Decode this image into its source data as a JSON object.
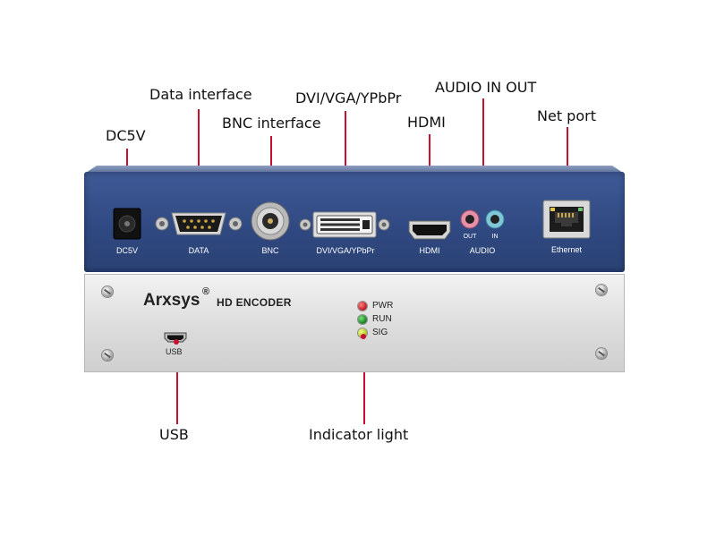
{
  "callouts": {
    "data_interface": "Data interface",
    "dvi_vga_ypbpr": "DVI/VGA/YPbPr",
    "audio_in_out": "AUDIO IN OUT",
    "bnc_interface": "BNC interface",
    "hdmi": "HDMI",
    "net_port": "Net port",
    "dc5v": "DC5V",
    "usb": "USB",
    "indicator_light": "Indicator light"
  },
  "back_panel": {
    "dc5v": "DC5V",
    "data": "DATA",
    "bnc": "BNC",
    "dvi": "DVI/VGA/YPbPr",
    "hdmi": "HDMI",
    "audio_out": "OUT",
    "audio_in": "IN",
    "audio": "AUDIO",
    "ethernet": "Ethernet"
  },
  "front_panel": {
    "brand": "Arxsys",
    "registered": "®",
    "model": "HD ENCODER",
    "usb": "USB",
    "leds": [
      {
        "label": "PWR",
        "color": "#c0272d"
      },
      {
        "label": "RUN",
        "color": "#1f8a2a"
      },
      {
        "label": "SIG",
        "color": "#b6cc2a"
      }
    ]
  },
  "colors": {
    "leader_line": "#c8102e",
    "back_panel": "#2f4880",
    "front_panel": "#dcdcdc"
  }
}
